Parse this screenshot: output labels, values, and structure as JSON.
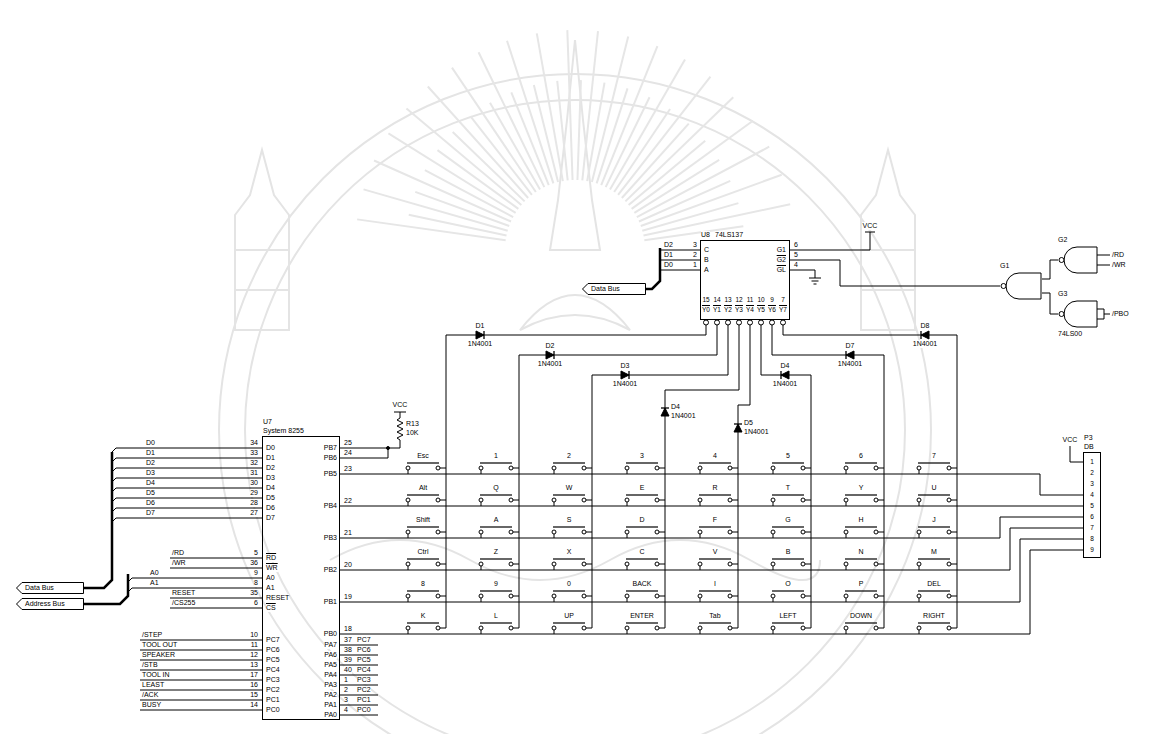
{
  "diagram": {
    "nodes": [
      {
        "text": [
          "U8",
          "74LS137"
        ]
      },
      {
        "text": [
          "Data Bus"
        ]
      },
      {
        "text": [
          "G2"
        ]
      },
      {
        "text": [
          "G1"
        ]
      },
      {
        "text": [
          "G3",
          "74LS00"
        ]
      },
      {
        "text": [
          "U7",
          "System 8255"
        ]
      },
      {
        "text": [
          "P3",
          "DB"
        ]
      },
      {
        "text": [
          "Data Bus"
        ]
      },
      {
        "text": [
          "Address Bus"
        ]
      }
    ],
    "edges": [
      {
        "from": 2,
        "to": 3,
        "arrow": "none"
      },
      {
        "from": 4,
        "to": 3,
        "arrow": "none"
      },
      {
        "from": 3,
        "to": 0,
        "arrow": "none"
      }
    ],
    "labels": [
      "D0",
      "34",
      "D0",
      "D1",
      "33",
      "D1",
      "D2",
      "32",
      "D2",
      "D3",
      "31",
      "D3",
      "D4",
      "30",
      "D4",
      "D5",
      "29",
      "D5",
      "D6",
      "28",
      "D6",
      "D7",
      "27",
      "D7",
      "/RD",
      "5",
      "RD",
      "/WR",
      "36",
      "WR",
      "A0",
      "9",
      "A0",
      "A1",
      "8",
      "A1",
      "RESET",
      "35",
      "RESET",
      "/CS255",
      "6",
      "CS",
      "/STEP",
      "10",
      "PC7",
      "TOOL OUT",
      "11",
      "PC6",
      "SPEAKER",
      "12",
      "PC5",
      "/STB",
      "13",
      "PC4",
      "TOOL IN",
      "17",
      "PC3",
      "LEAST",
      "16",
      "PC2",
      "/ACK",
      "15",
      "PC1",
      "BUSY",
      "14",
      "PC0",
      "PB7",
      "25",
      "PB6",
      "24",
      "PB5",
      "23",
      "PB4",
      "22",
      "PB3",
      "21",
      "PB2",
      "20",
      "PB1",
      "19",
      "PB0",
      "18",
      "PA7",
      "37",
      "PC7",
      "PA6",
      "38",
      "PC6",
      "PA5",
      "39",
      "PC5",
      "PA4",
      "40",
      "PC4",
      "PA3",
      "1",
      "PC3",
      "PA2",
      "2",
      "PC2",
      "PA1",
      "3",
      "PC1",
      "PA0",
      "4",
      "PC0",
      "VCC",
      "R13",
      "10K",
      "Esc",
      "1",
      "2",
      "3",
      "4",
      "5",
      "6",
      "7",
      "Alt",
      "Q",
      "W",
      "E",
      "R",
      "T",
      "Y",
      "U",
      "Shift",
      "A",
      "S",
      "D",
      "F",
      "G",
      "H",
      "J",
      "Ctrl",
      "Z",
      "X",
      "C",
      "V",
      "B",
      "N",
      "M",
      "8",
      "9",
      "0",
      "BACK",
      "I",
      "O",
      "P",
      "DEL",
      "K",
      "L",
      "UP",
      "ENTER",
      "Tab",
      "LEFT",
      "DOWN",
      "RIGHT",
      "D1",
      "1N4001",
      "D2",
      "1N4001",
      "D3",
      "1N4001",
      "D4",
      "1N4001",
      "D5",
      "1N4001",
      "D4",
      "1N4001",
      "D7",
      "1N4001",
      "D8",
      "1N4001",
      "D2",
      "3",
      "C",
      "D1",
      "2",
      "B",
      "D0",
      "1",
      "A",
      "G1",
      "6",
      "G2",
      "5",
      "GL",
      "4",
      "Y0",
      "15",
      "Y1",
      "14",
      "Y2",
      "13",
      "Y3",
      "12",
      "Y4",
      "11",
      "Y5",
      "10",
      "Y6",
      "9",
      "Y7",
      "7",
      "VCC",
      "/RD",
      "/WR",
      "/PBO",
      "VCC",
      "1",
      "2",
      "3",
      "4",
      "5",
      "6",
      "7",
      "8",
      "9"
    ]
  }
}
